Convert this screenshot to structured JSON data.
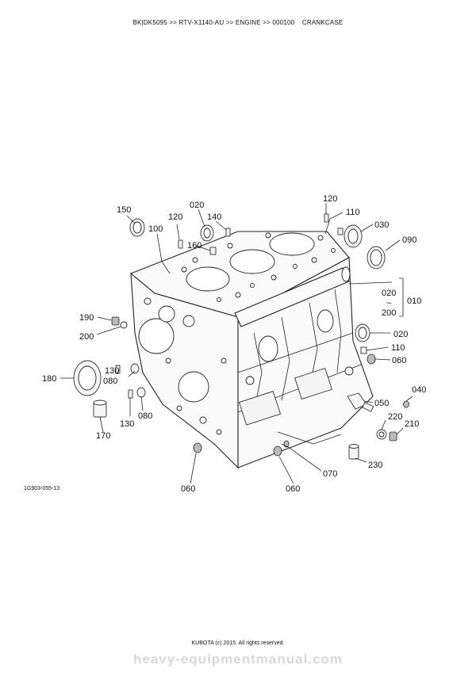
{
  "header": {
    "breadcrumb": "BK|DK5095 >> RTV-X1140-AU >> ENGINE >> 000100    CRANKCASE"
  },
  "diagram": {
    "figure_code": "1G903-055-13",
    "callouts": [
      {
        "id": "c150a",
        "label": "150"
      },
      {
        "id": "c100",
        "label": "100"
      },
      {
        "id": "c120a",
        "label": "120"
      },
      {
        "id": "c020a",
        "label": "020"
      },
      {
        "id": "c140",
        "label": "140"
      },
      {
        "id": "c160",
        "label": "160"
      },
      {
        "id": "c120b",
        "label": "120"
      },
      {
        "id": "c110a",
        "label": "110"
      },
      {
        "id": "c030",
        "label": "030"
      },
      {
        "id": "c090",
        "label": "090"
      },
      {
        "id": "c020b",
        "label": "020"
      },
      {
        "id": "c010",
        "label": "010"
      },
      {
        "id": "c200b",
        "label": "200"
      },
      {
        "id": "c020c",
        "label": "020"
      },
      {
        "id": "c110b",
        "label": "110"
      },
      {
        "id": "c060a",
        "label": "060"
      },
      {
        "id": "c190",
        "label": "190"
      },
      {
        "id": "c200a",
        "label": "200"
      },
      {
        "id": "c180",
        "label": "180"
      },
      {
        "id": "c130a",
        "label": "130"
      },
      {
        "id": "c080a",
        "label": "080"
      },
      {
        "id": "c130b",
        "label": "130"
      },
      {
        "id": "c080b",
        "label": "080"
      },
      {
        "id": "c170",
        "label": "170"
      },
      {
        "id": "c040",
        "label": "040"
      },
      {
        "id": "c050",
        "label": "050"
      },
      {
        "id": "c220",
        "label": "220"
      },
      {
        "id": "c210",
        "label": "210"
      },
      {
        "id": "c230",
        "label": "230"
      },
      {
        "id": "c070",
        "label": "070"
      },
      {
        "id": "c060b",
        "label": "060"
      },
      {
        "id": "c060c",
        "label": "060"
      }
    ],
    "range_mark": "~"
  },
  "footer": {
    "copyright": "KUBOTA (c) 2015. All rights reserved.",
    "watermark": "heavy-equipmentmanual.com"
  }
}
